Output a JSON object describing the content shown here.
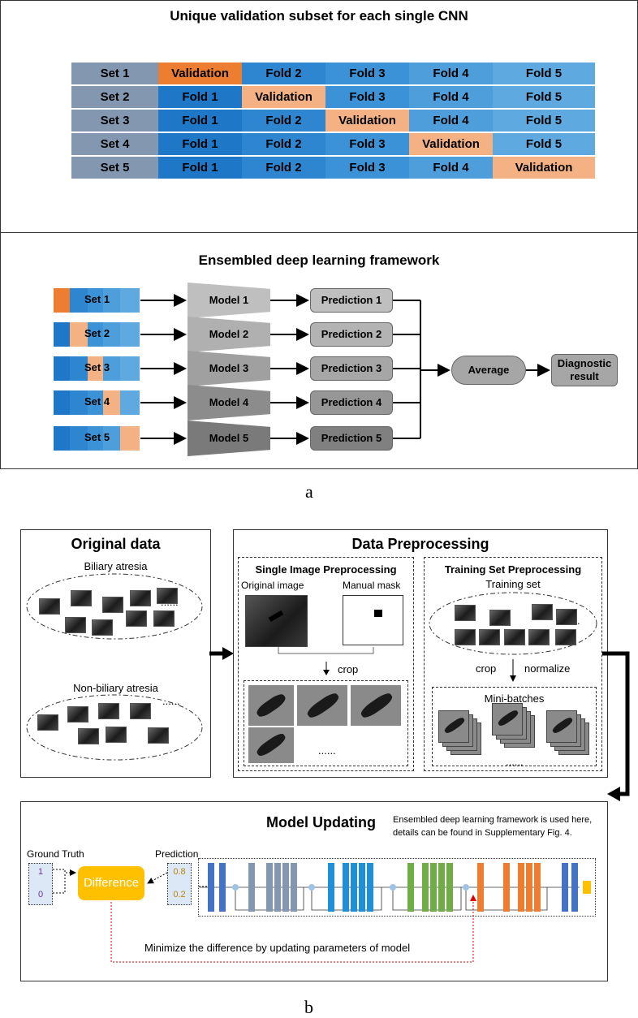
{
  "panel_a": {
    "table_title": "Unique validation subset for each single CNN",
    "rows": [
      {
        "set": "Set 1",
        "cells": [
          "Validation",
          "Fold 2",
          "Fold 3",
          "Fold 4",
          "Fold 5"
        ]
      },
      {
        "set": "Set 2",
        "cells": [
          "Fold 1",
          "Validation",
          "Fold 3",
          "Fold 4",
          "Fold 5"
        ]
      },
      {
        "set": "Set 3",
        "cells": [
          "Fold 1",
          "Fold 2",
          "Validation",
          "Fold 4",
          "Fold 5"
        ]
      },
      {
        "set": "Set 4",
        "cells": [
          "Fold 1",
          "Fold 2",
          "Fold 3",
          "Validation",
          "Fold 5"
        ]
      },
      {
        "set": "Set 5",
        "cells": [
          "Fold 1",
          "Fold 2",
          "Fold 3",
          "Fold 4",
          "Validation"
        ]
      }
    ],
    "framework_title": "Ensembled deep learning framework",
    "sets": [
      "Set 1",
      "Set 2",
      "Set 3",
      "Set 4",
      "Set 5"
    ],
    "models": [
      "Model 1",
      "Model 2",
      "Model 3",
      "Model 4",
      "Model 5"
    ],
    "predictions": [
      "Prediction 1",
      "Prediction 2",
      "Prediction 3",
      "Prediction 4",
      "Prediction 5"
    ],
    "average": "Average",
    "diagnostic": "Diagnostic result",
    "caption": "a"
  },
  "panel_b": {
    "original_title": "Original data",
    "biliary": "Biliary atresia",
    "non_biliary": "Non-biliary atresia",
    "ellipsis": "......",
    "preproc_title": "Data Preprocessing",
    "single_title": "Single Image Preprocessing",
    "original_image": "Original image",
    "manual_mask": "Manual mask",
    "crop": "crop",
    "training_title": "Training Set Preprocessing",
    "training_set": "Training set",
    "normalize": "normalize",
    "mini_batches": "Mini-batches",
    "model_title": "Model Updating",
    "note_line1": "Ensembled deep learning framework is used here,",
    "note_line2": "details can be found in Supplementary Fig. 4.",
    "ground_truth": "Ground Truth",
    "gt_values": [
      "1",
      "0"
    ],
    "prediction": "Prediction",
    "pred_values": [
      "0.8",
      "0.2"
    ],
    "difference": "Difference",
    "minimize": "Minimize the difference by updating parameters of model",
    "caption": "b"
  },
  "colors": {
    "orange": "#ed7d31",
    "light_orange": "#f4b183",
    "blue": "#2e86d0",
    "set_gray": "#8497b0",
    "difference_yellow": "#ffc000",
    "red_dotted": "#e00000"
  }
}
